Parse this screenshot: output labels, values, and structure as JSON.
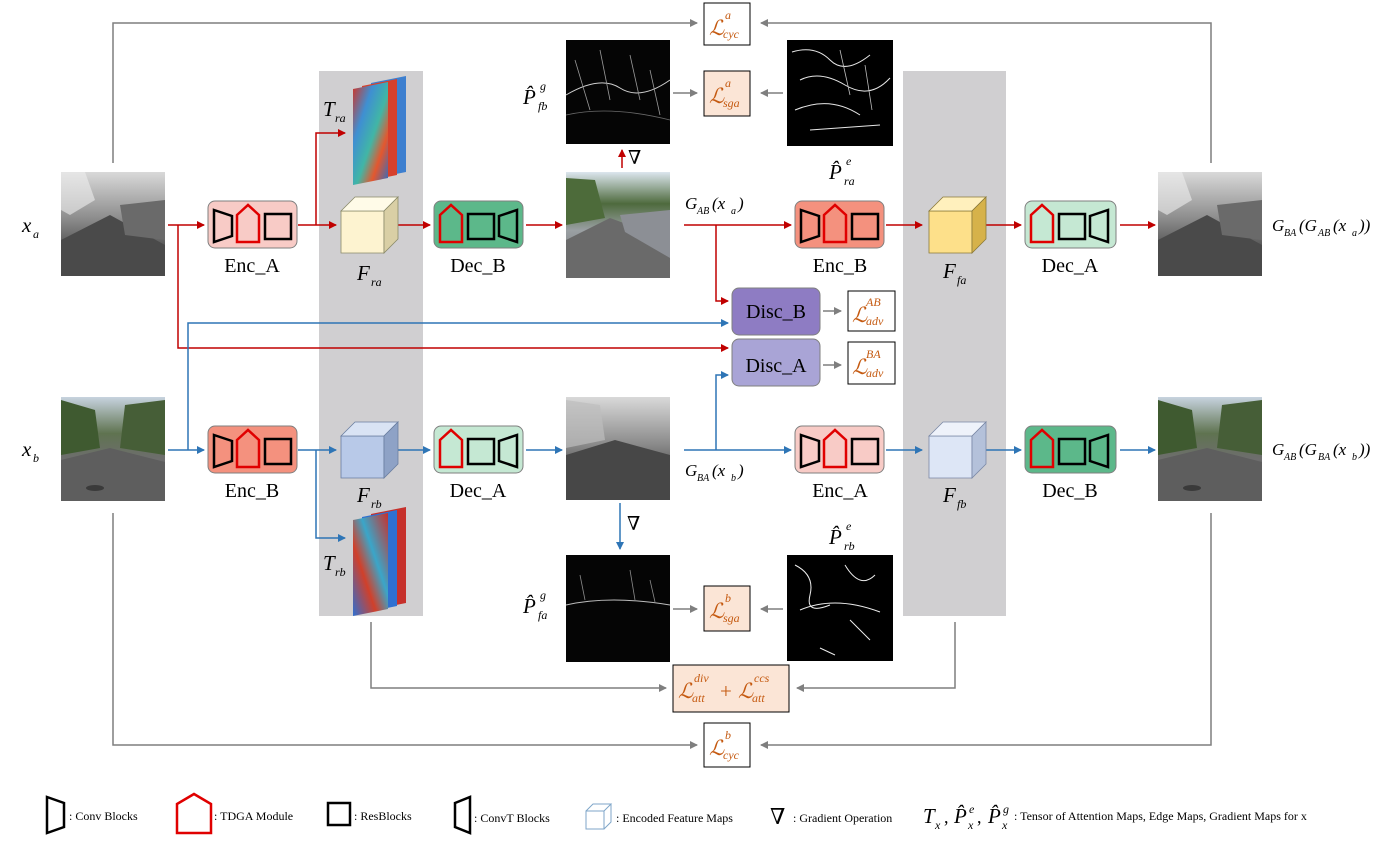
{
  "colors": {
    "red_arrow": "#c00000",
    "blue_arrow": "#2e75b6",
    "gray_arrow": "#7f7f7f",
    "loss_text": "#c55a11",
    "loss_fill": "#fbe5d6",
    "enc_a_fill": "#f8cbc6",
    "enc_b_fill": "#f4917e",
    "dec_b_fill": "#5cb88a",
    "dec_a_fill": "#c5e8d3",
    "disc_b_fill": "#8e7cc3",
    "disc_a_fill": "#a9a4d6",
    "feature_band": "#d0cfd1",
    "tdga_outline": "#e00000"
  },
  "modules": {
    "enc_a_top": "Enc_A",
    "dec_b_top": "Dec_B",
    "enc_b_top": "Enc_B",
    "dec_a_top": "Dec_A",
    "enc_b_bottom": "Enc_B",
    "dec_a_bottom": "Dec_A",
    "enc_a_bottom": "Enc_A",
    "dec_b_bottom": "Dec_B",
    "disc_b": "Disc_B",
    "disc_a": "Disc_A"
  },
  "variables": {
    "x_a": {
      "main": "x",
      "sub": "a"
    },
    "x_b": {
      "main": "x",
      "sub": "b"
    },
    "F_ra": {
      "main": "F",
      "sub": "ra"
    },
    "F_rb": {
      "main": "F",
      "sub": "rb"
    },
    "F_fa": {
      "main": "F",
      "sub": "fa"
    },
    "F_fb": {
      "main": "F",
      "sub": "fb"
    },
    "T_ra": {
      "main": "T",
      "sub": "ra"
    },
    "T_rb": {
      "main": "T",
      "sub": "rb"
    },
    "P_fb_g": {
      "main": "P̂",
      "sup": "g",
      "sub": "fb"
    },
    "P_ra_e": {
      "main": "P̂",
      "sup": "e",
      "sub": "ra"
    },
    "P_fa_g": {
      "main": "P̂",
      "sup": "g",
      "sub": "fa"
    },
    "P_rb_e": {
      "main": "P̂",
      "sup": "e",
      "sub": "rb"
    },
    "G_AB_xa": {
      "pre": "G",
      "sub": "AB",
      "post": "(x",
      "sub2": "a",
      "end": ")"
    },
    "G_BA_xb": {
      "pre": "G",
      "sub": "BA",
      "post": "(x",
      "sub2": "b",
      "end": ")"
    },
    "G_BA_G_AB_xa": {
      "pre": "G",
      "sub": "BA",
      "mid": "(G",
      "sub_mid": "AB",
      "post": "(x",
      "sub2": "a",
      "end": "))"
    },
    "G_AB_G_BA_xb": {
      "pre": "G",
      "sub": "AB",
      "mid": "(G",
      "sub_mid": "BA",
      "post": "(x",
      "sub2": "b",
      "end": "))"
    },
    "nabla": "∇"
  },
  "losses": {
    "cyc_a": {
      "sym": "ℒ",
      "sup": "a",
      "sub": "cyc"
    },
    "cyc_b": {
      "sym": "ℒ",
      "sup": "b",
      "sub": "cyc"
    },
    "sga_a": {
      "sym": "ℒ",
      "sup": "a",
      "sub": "sga"
    },
    "sga_b": {
      "sym": "ℒ",
      "sup": "b",
      "sub": "sga"
    },
    "adv_ab": {
      "sym": "ℒ",
      "sup": "AB",
      "sub": "adv"
    },
    "adv_ba": {
      "sym": "ℒ",
      "sup": "BA",
      "sub": "adv"
    },
    "att": {
      "sym": "ℒ",
      "sup1": "div",
      "sub1": "att",
      "plus": "+",
      "sup2": "ccs",
      "sub2": "att"
    }
  },
  "legend": {
    "conv": ": Conv Blocks",
    "tdga": ": TDGA Module",
    "res": ": ResBlocks",
    "convt": ": ConvT Blocks",
    "feat": ": Encoded Feature Maps",
    "grad_sym": "∇",
    "grad": ": Gradient Operation",
    "t_main": "T",
    "t_sub": "x",
    "comma1": ",",
    "pe_main": "P̂",
    "pe_sup": "e",
    "pe_sub": "x",
    "comma2": ",",
    "pg_main": "P̂",
    "pg_sup": "g",
    "pg_sub": "x",
    "tensor": ": Tensor of Attention Maps, Edge Maps, Gradient Maps for x"
  }
}
